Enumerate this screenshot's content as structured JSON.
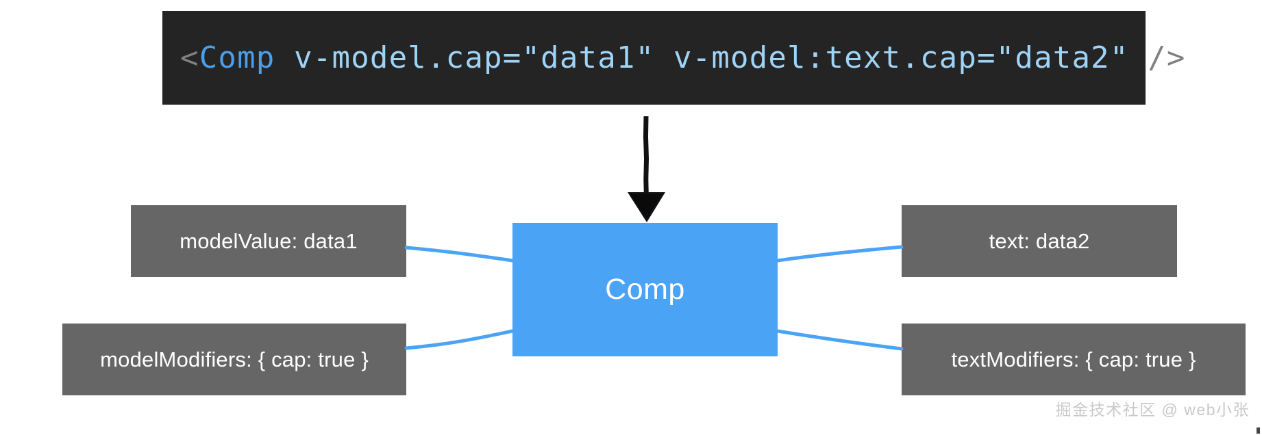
{
  "code": {
    "language": "vue-template",
    "background": "#242424",
    "tokens": [
      {
        "text": "<",
        "type": "punctuation",
        "color": "#808080"
      },
      {
        "text": "Comp",
        "type": "tag",
        "color": "#4a9eea"
      },
      {
        "text": " v-model.cap=\"data1\" v-model:text.cap=\"data2\" ",
        "type": "attribute",
        "color": "#9fd4f7"
      },
      {
        "text": "/>",
        "type": "punctuation",
        "color": "#808080"
      }
    ],
    "full_text": "<Comp v-model.cap=\"data1\" v-model:text.cap=\"data2\" />"
  },
  "component": {
    "label": "Comp",
    "color": "#4ba3f5",
    "text_color": "#ffffff"
  },
  "props": {
    "left": [
      {
        "id": "model-value",
        "label": "modelValue: data1"
      },
      {
        "id": "model-modifiers",
        "label": "modelModifiers: { cap: true }"
      }
    ],
    "right": [
      {
        "id": "text",
        "label": "text: data2"
      },
      {
        "id": "text-modifiers",
        "label": "textModifiers: { cap: true }"
      }
    ],
    "box_color": "#666666",
    "text_color": "#ffffff"
  },
  "connectors": {
    "color": "#4ba3f5",
    "arrow_color": "#111111",
    "arrow_label": "renders-to-arrow"
  },
  "watermark": {
    "text": "掘金技术社区 @ web小张",
    "color": "#c9c9c9"
  }
}
